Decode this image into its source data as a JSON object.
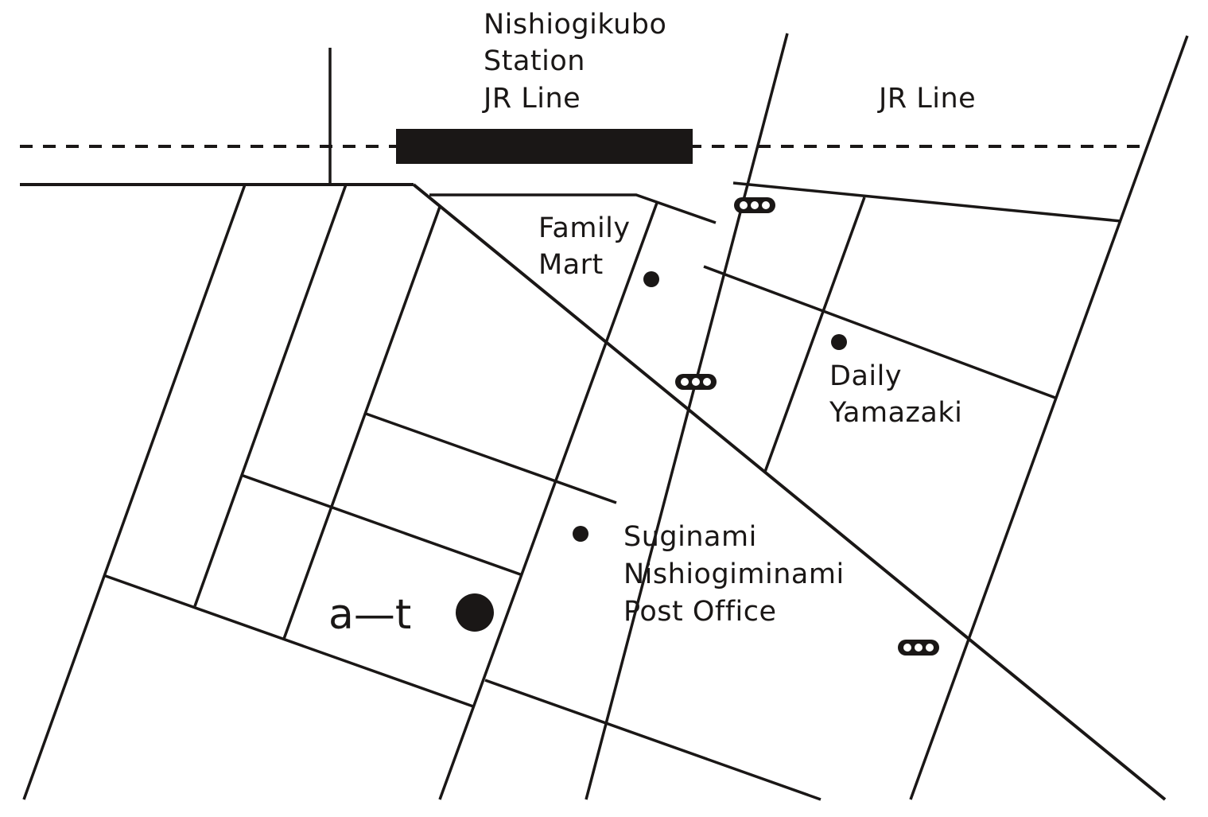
{
  "colors": {
    "ink": "#1a1716",
    "background": "#ffffff"
  },
  "station": {
    "line1": "Nishiogikubo",
    "line2": "Station",
    "line3": "JR Line"
  },
  "rail_label": "JR Line",
  "pois": {
    "family_mart": {
      "line1": "Family",
      "line2": "Mart"
    },
    "daily_yamazaki": {
      "line1": "Daily",
      "line2": "Yamazaki"
    },
    "post_office": {
      "line1": "Suginami",
      "line2": "Nishiogiminami",
      "line3": "Post Office"
    }
  },
  "destination": {
    "logo_text": "a—t"
  },
  "icons": {
    "poi_marker": "dot-marker-icon",
    "traffic_light": "traffic-light-icon",
    "destination_marker": "destination-marker-icon"
  }
}
